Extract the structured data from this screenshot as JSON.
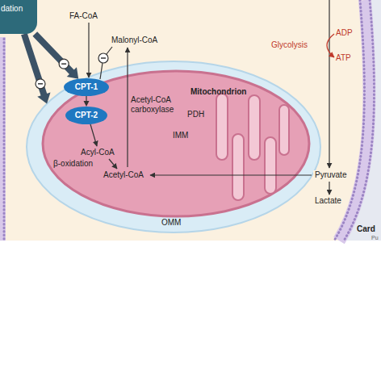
{
  "diagram": {
    "nodes": [
      {
        "text": [
          "dation"
        ]
      },
      {
        "text": [
          "CPT-1"
        ]
      },
      {
        "text": [
          "CPT-2"
        ]
      },
      {
        "text": [
          "Mitochondrion",
          "PDH",
          "IMM",
          "Acyl-CoA",
          "β-oxidation",
          "Acetyl-CoA",
          "OMM"
        ]
      }
    ],
    "edges": [
      {
        "from": 0,
        "to": 1,
        "arrow": "to"
      },
      {
        "from": 0,
        "to": 3,
        "arrow": "to"
      },
      {
        "from": 1,
        "to": 2,
        "arrow": "to"
      }
    ],
    "labels": [
      "FA-CoA",
      "Malonyl-CoA",
      "Acetyl-CoA carboxylase",
      "Glycolysis",
      "ADP",
      "ATP",
      "Pyruvate",
      "Lactate",
      "Card",
      "Pu"
    ]
  }
}
